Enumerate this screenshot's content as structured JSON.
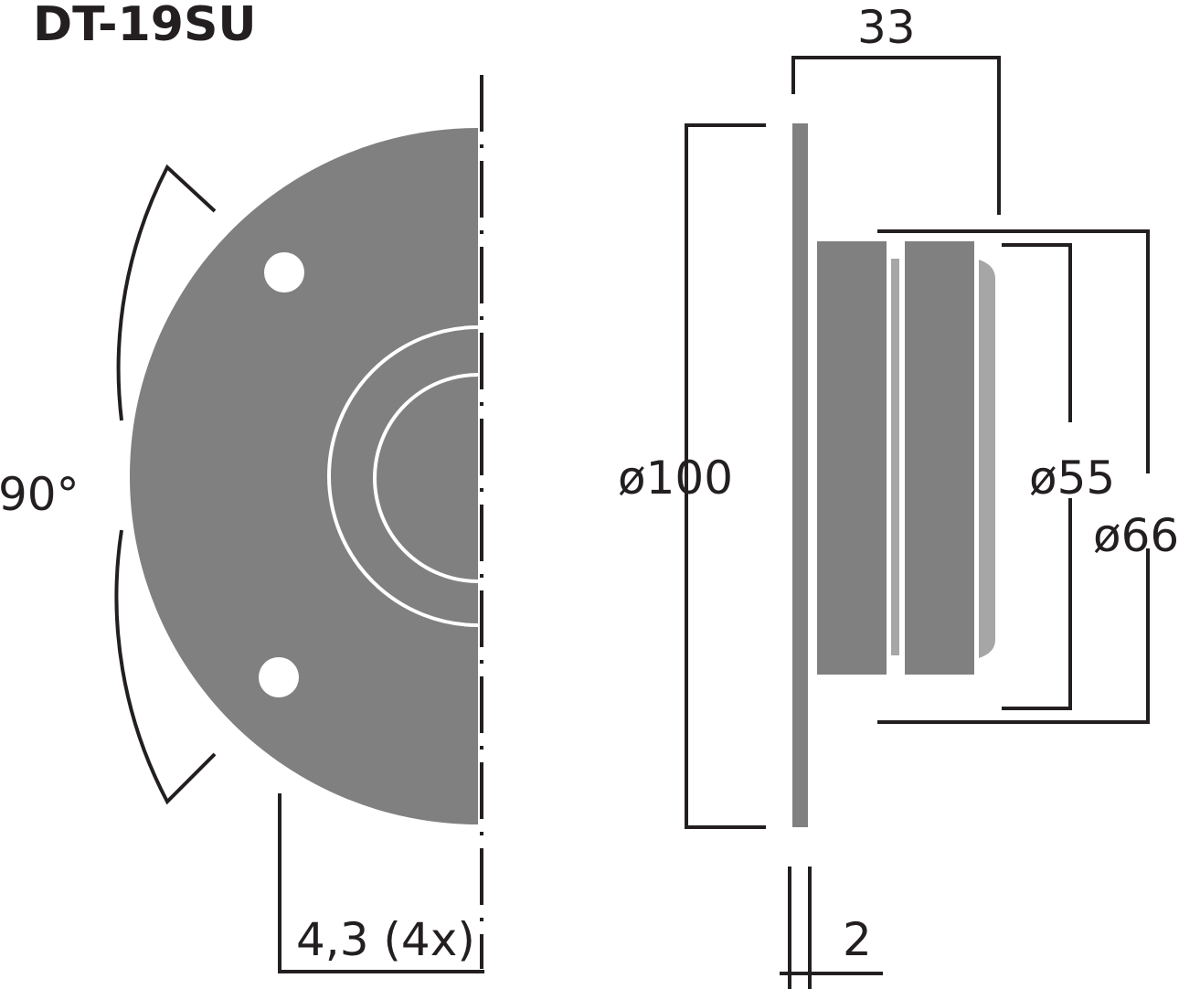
{
  "title": "DT-19SU",
  "colors": {
    "body": "#808080",
    "light": "#a6a6a6",
    "line": "#231f20",
    "bg": "#ffffff"
  },
  "front_view": {
    "angle_label": "90°",
    "hole_label": "4,3 (4x)"
  },
  "side_view": {
    "depth_label": "33",
    "diameter_100_label": "ø100",
    "diameter_55_label": "ø55",
    "diameter_66_label": "ø66",
    "flange_thickness_label": "2"
  }
}
